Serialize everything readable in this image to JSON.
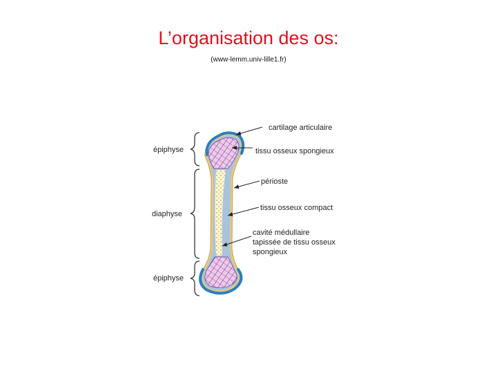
{
  "title": "L’organisation des os:",
  "source": "(www-lemm.univ-lille1.fr)",
  "diagram": {
    "regions": [
      "épiphyse",
      "diaphyse",
      "épiphyse"
    ],
    "labels": {
      "cartilage": "cartilage articulaire",
      "spongy": "tissu osseux spongieux",
      "periosteum": "périoste",
      "compact": "tissu osseux compact",
      "cavity_1": "cavité médullaire",
      "cavity_2": "tapissée de tissu osseux",
      "cavity_3": "spongieux"
    },
    "colors": {
      "cartilage": "#2a7fc0",
      "spongy": "#f0c8ec",
      "compact": "#a9c3dc",
      "marrow": "#fbf5cf",
      "periosteum": "#e8c87a"
    }
  }
}
